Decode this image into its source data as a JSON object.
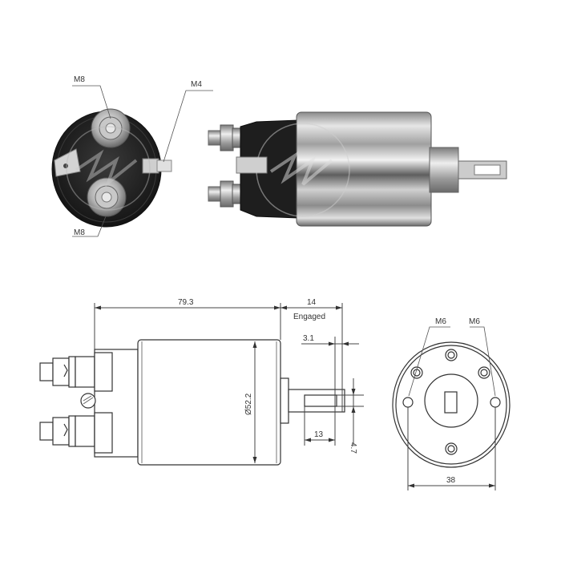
{
  "photo_end_view": {
    "labels": {
      "top_terminal": "M8",
      "side_terminal": "M4",
      "bottom_terminal": "M8"
    },
    "watermark": "ZM"
  },
  "photo_side_view": {
    "watermark": "ZM"
  },
  "drawing_side_view": {
    "dimensions": {
      "overall_length": "79.3",
      "plunger_travel": "14",
      "plunger_travel_note": "Engaged",
      "slot_offset": "3.1",
      "diameter": "Ø52.2",
      "slot_length": "13",
      "slot_width": "4.7"
    }
  },
  "drawing_front_view": {
    "dimensions": {
      "left_thread": "M6",
      "right_thread": "M6",
      "mount_spacing": "38"
    }
  },
  "colors": {
    "line": "#333333",
    "body_dark": "#1c1c1c",
    "metal_light": "#d8d8d8",
    "metal_mid": "#9a9a9a"
  }
}
